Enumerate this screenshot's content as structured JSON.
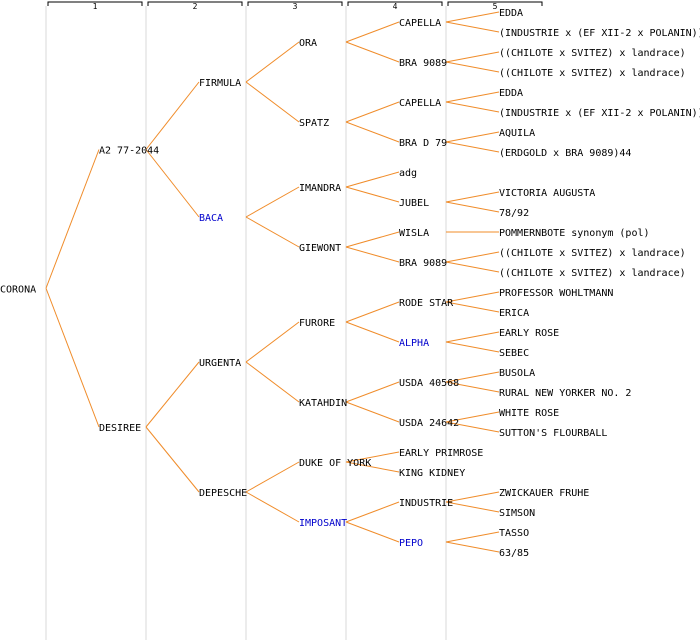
{
  "colors": {
    "edge": "#f08c2a",
    "link": "#0000cc",
    "text": "#000000",
    "separator": "#d8d8d8"
  },
  "generations": [
    "1",
    "2",
    "3",
    "4",
    "5"
  ],
  "root": {
    "name": "CORONA",
    "children": [
      {
        "name": "A2 77-2044",
        "children": [
          {
            "name": "FIRMULA",
            "children": [
              {
                "name": "ORA",
                "children": [
                  {
                    "name": "CAPELLA",
                    "children": [
                      {
                        "name": "EDDA"
                      },
                      {
                        "name": "(INDUSTRIE x (EF XII-2 x POLANIN))"
                      }
                    ]
                  },
                  {
                    "name": "BRA 9089",
                    "children": [
                      {
                        "name": "((CHILOTE x SVITEZ) x landrace)"
                      },
                      {
                        "name": "((CHILOTE x SVITEZ) x landrace)"
                      }
                    ]
                  }
                ]
              },
              {
                "name": "SPATZ",
                "children": [
                  {
                    "name": "CAPELLA",
                    "children": [
                      {
                        "name": "EDDA"
                      },
                      {
                        "name": "(INDUSTRIE x (EF XII-2 x POLANIN))"
                      }
                    ]
                  },
                  {
                    "name": "BRA D 79",
                    "children": [
                      {
                        "name": "AQUILA"
                      },
                      {
                        "name": "(ERDGOLD x BRA 9089)44"
                      }
                    ]
                  }
                ]
              }
            ]
          },
          {
            "name": "BACA",
            "link": true,
            "children": [
              {
                "name": "IMANDRA",
                "children": [
                  {
                    "name": "adg"
                  },
                  {
                    "name": "JUBEL",
                    "children": [
                      {
                        "name": "VICTORIA AUGUSTA"
                      },
                      {
                        "name": "78/92"
                      }
                    ]
                  }
                ]
              },
              {
                "name": "GIEWONT",
                "children": [
                  {
                    "name": "WISLA",
                    "children": [
                      {
                        "name": "POMMERNBOTE synonym (pol)"
                      }
                    ]
                  },
                  {
                    "name": "BRA 9089",
                    "children": [
                      {
                        "name": "((CHILOTE x SVITEZ) x landrace)"
                      },
                      {
                        "name": "((CHILOTE x SVITEZ) x landrace)"
                      }
                    ]
                  }
                ]
              }
            ]
          }
        ]
      },
      {
        "name": "DESIREE",
        "children": [
          {
            "name": "URGENTA",
            "children": [
              {
                "name": "FURORE",
                "children": [
                  {
                    "name": "RODE STAR",
                    "children": [
                      {
                        "name": "PROFESSOR WOHLTMANN"
                      },
                      {
                        "name": "ERICA"
                      }
                    ]
                  },
                  {
                    "name": "ALPHA",
                    "link": true,
                    "children": [
                      {
                        "name": "EARLY ROSE"
                      },
                      {
                        "name": "SEBEC"
                      }
                    ]
                  }
                ]
              },
              {
                "name": "KATAHDIN",
                "children": [
                  {
                    "name": "USDA 40568",
                    "children": [
                      {
                        "name": "BUSOLA"
                      },
                      {
                        "name": "RURAL NEW YORKER NO. 2"
                      }
                    ]
                  },
                  {
                    "name": "USDA 24642",
                    "children": [
                      {
                        "name": "WHITE ROSE"
                      },
                      {
                        "name": "SUTTON'S FLOURBALL"
                      }
                    ]
                  }
                ]
              }
            ]
          },
          {
            "name": "DEPESCHE",
            "children": [
              {
                "name": "DUKE OF YORK",
                "children": [
                  {
                    "name": "EARLY PRIMROSE"
                  },
                  {
                    "name": "KING KIDNEY"
                  }
                ]
              },
              {
                "name": "IMPOSANT",
                "link": true,
                "children": [
                  {
                    "name": "INDUSTRIE",
                    "children": [
                      {
                        "name": "ZWICKAUER FRUHE"
                      },
                      {
                        "name": "SIMSON"
                      }
                    ]
                  },
                  {
                    "name": "PEPO",
                    "link": true,
                    "children": [
                      {
                        "name": "TASSO"
                      },
                      {
                        "name": "63/85"
                      }
                    ]
                  }
                ]
              }
            ]
          }
        ]
      }
    ]
  }
}
